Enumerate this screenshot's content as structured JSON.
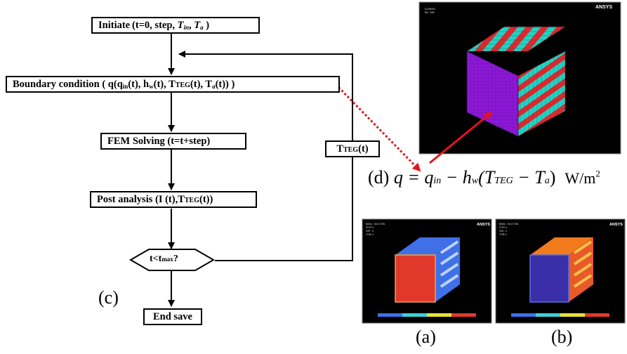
{
  "flowchart": {
    "initiate": {
      "prefix": "Initiate (t=0, step, ",
      "tin_T": "T",
      "tin_sub": "in",
      "sep": ", ",
      "ta_T": "T",
      "ta_sub": "a",
      "suffix": " )"
    },
    "boundary": {
      "prefix": "Boundary condition ( ",
      "q": "q",
      "open": "(",
      "qin": "q",
      "qin_sub": "in",
      "qin_args": "(t), ",
      "hw": "h",
      "hw_sub": "w",
      "hw_args": "(t), ",
      "tteg": "T",
      "tteg_sub": "TEG",
      "tteg_args": "(t), ",
      "ta": "T",
      "ta_sub": "a",
      "ta_args": "(t)) )"
    },
    "fem": {
      "text": "FEM Solving (t=t+step)"
    },
    "post": {
      "prefix": "Post analysis (I (t),",
      "t": "T",
      "sub": "TEG",
      "suffix": "(t))"
    },
    "feedback": {
      "t": "T",
      "sub": "TEG",
      "suffix": "(t)"
    },
    "decision": {
      "text": "t<t",
      "sub": "max",
      "suffix": "?"
    },
    "end": {
      "text": "End save"
    }
  },
  "labels": {
    "c": "(c)",
    "a": "(a)",
    "b": "(b)",
    "d_prefix": "(d)",
    "equation": "q = q",
    "eq_in": "in",
    "eq_minus": " − h",
    "eq_w": "w",
    "eq_open": "(T",
    "eq_teg": "TEG",
    "eq_mid": " − T",
    "eq_a": "a",
    "eq_close": ")",
    "unit": "W/m",
    "unit_exp": "2"
  },
  "panels": {
    "logo": "ANSYS",
    "top_small": [
      "ELEMENTS",
      "MAT NUM"
    ],
    "a_small": [
      "NODAL SOLUTION",
      "STEP=1",
      "SUB =1",
      "TIME=1"
    ],
    "b_small": [
      "NODAL SOLUTION",
      "STEP=1",
      "SUB =1",
      "TIME=1"
    ]
  },
  "colors": {
    "arrow_red": "#e5141a",
    "panel_bg": "#000000",
    "cube_teal": "#1fd4c6",
    "cube_red": "#e3262b",
    "cube_purple": "#8c18d6",
    "cube_blue": "#3f70e8",
    "cube_orange": "#f07a1c"
  }
}
